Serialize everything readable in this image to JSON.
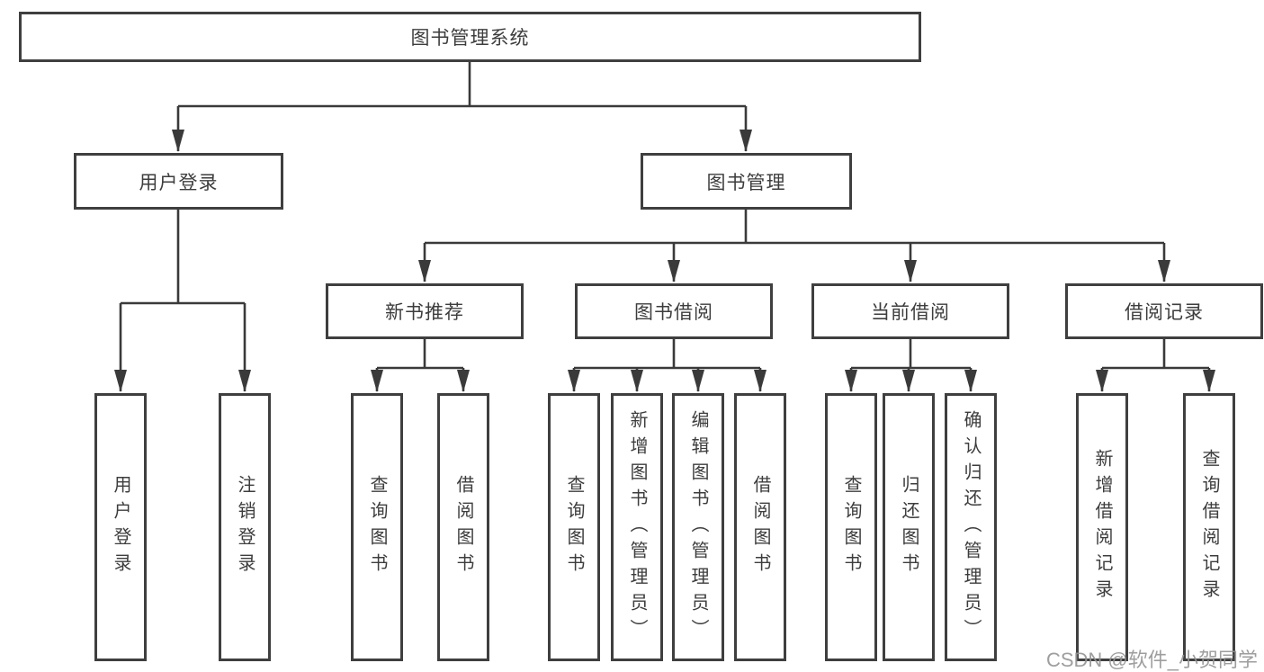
{
  "tree": {
    "label": "图书管理系统",
    "children": [
      {
        "label": "用户登录",
        "children": [
          {
            "label": "用户登录"
          },
          {
            "label": "注销登录"
          }
        ]
      },
      {
        "label": "图书管理",
        "children": [
          {
            "label": "新书推荐",
            "children": [
              {
                "label": "查询图书"
              },
              {
                "label": "借阅图书"
              }
            ]
          },
          {
            "label": "图书借阅",
            "children": [
              {
                "label": "查询图书"
              },
              {
                "label": "新增图书（管理员）"
              },
              {
                "label": "编辑图书（管理员）"
              },
              {
                "label": "借阅图书"
              }
            ]
          },
          {
            "label": "当前借阅",
            "children": [
              {
                "label": "查询图书"
              },
              {
                "label": "归还图书"
              },
              {
                "label": "确认归还（管理员）"
              }
            ]
          },
          {
            "label": "借阅记录",
            "children": [
              {
                "label": "新增借阅记录"
              },
              {
                "label": "查询借阅记录"
              }
            ]
          }
        ]
      }
    ]
  },
  "watermark": "CSDN @软件_小贺同学",
  "colors": {
    "line": "#3a3a3a",
    "border": "#3f3f3f",
    "text": "#3d3d3d",
    "watermark": "#949494",
    "background": "#ffffff"
  }
}
